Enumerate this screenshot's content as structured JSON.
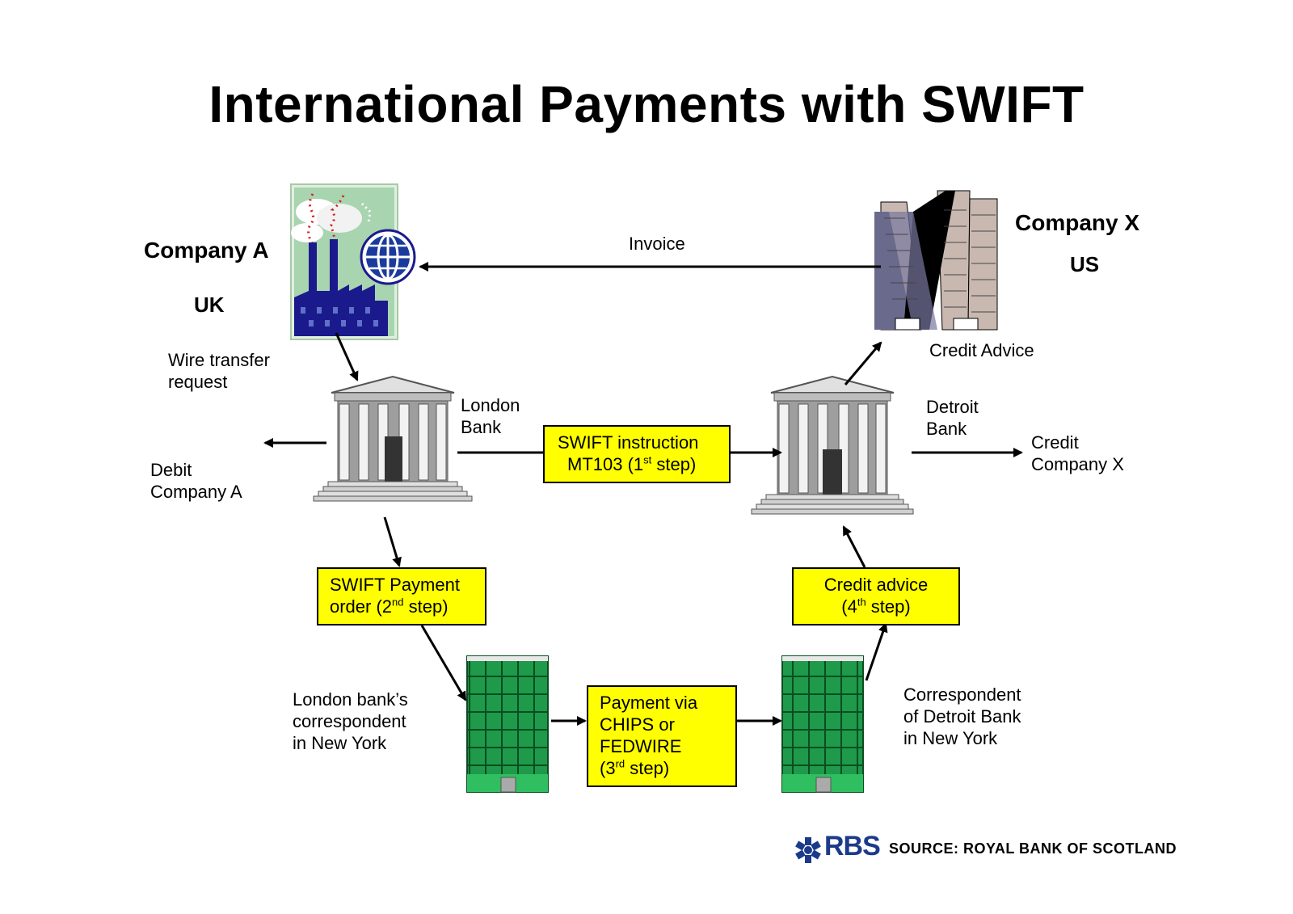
{
  "title": "International Payments with SWIFT",
  "company_a": {
    "name": "Company A",
    "country": "UK"
  },
  "company_x": {
    "name": "Company X",
    "country": "US"
  },
  "labels": {
    "invoice": "Invoice",
    "credit_advice": "Credit Advice",
    "wire_transfer": [
      "Wire transfer",
      "request"
    ],
    "london_bank": [
      "London",
      "Bank"
    ],
    "detroit_bank": [
      "Detroit",
      "Bank"
    ],
    "debit": [
      "Debit",
      "Company A"
    ],
    "credit": [
      "Credit",
      "Company X"
    ],
    "london_corr": [
      "London bank’s",
      "correspondent",
      "in New York"
    ],
    "detroit_corr": [
      "Correspondent",
      "of Detroit Bank",
      "in New York"
    ]
  },
  "steps": {
    "step1": {
      "line1": "SWIFT instruction",
      "line2_pre": "MT103 (1",
      "sup": "st",
      "line2_post": " step)"
    },
    "step2": {
      "line1": "SWIFT Payment",
      "line2_pre": "order (2",
      "sup": "nd",
      "line2_post": " step)"
    },
    "step3": {
      "line1": "Payment via",
      "line2": "CHIPS or",
      "line3": "FEDWIRE",
      "line4_pre": "(3",
      "sup": "rd",
      "line4_post": " step)"
    },
    "step4": {
      "line1": "Credit advice",
      "line2_pre": "(4",
      "sup": "th",
      "line2_post": " step)"
    }
  },
  "footer": {
    "logo": "RBS",
    "source": "SOURCE: ROYAL BANK OF SCOTLAND"
  },
  "colors": {
    "box": "#ffff00",
    "building_green": "#1e9a4a",
    "factory_blue": "#1a1a8c",
    "rbs_blue": "#1b3a8a"
  }
}
